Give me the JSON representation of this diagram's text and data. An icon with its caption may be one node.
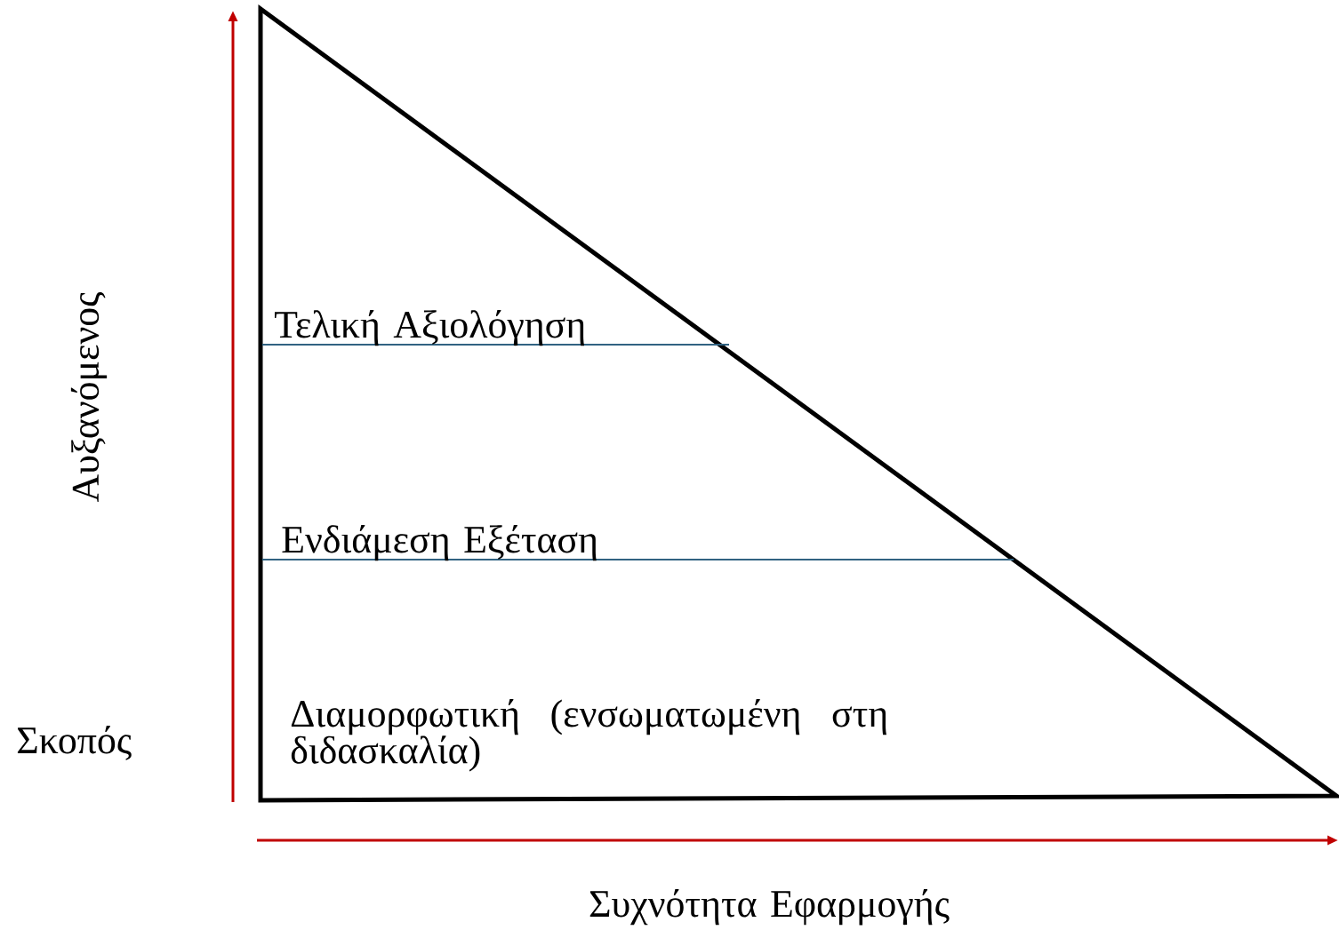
{
  "diagram": {
    "nodes": [
      {
        "text": [
          "Τελική Αξιολόγηση",
          "Ενδιάμεση Εξέταση",
          "Διαμορφωτική (ενσωματωμένη στη διδασκαλία)"
        ]
      }
    ],
    "labels": [
      "Αυξανόμενος",
      "Σκοπός",
      "Συχνότητα Εφαρμογής"
    ]
  }
}
